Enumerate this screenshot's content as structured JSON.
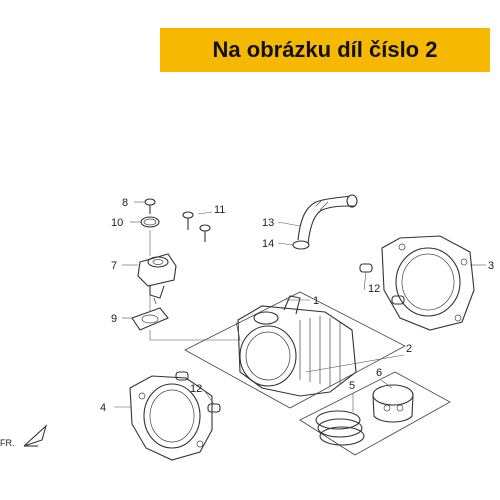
{
  "banner": {
    "text": "Na obrázku díl číslo 2",
    "color": "#f6b800"
  },
  "labels": {
    "p1": "1",
    "p2": "2",
    "p3": "3",
    "p4": "4",
    "p5": "5",
    "p6": "6",
    "p7": "7",
    "p8": "8",
    "p9": "9",
    "p10": "10",
    "p11": "11",
    "p12a": "12",
    "p12b": "12",
    "p13": "13",
    "p14": "14"
  },
  "direction": {
    "text": "FR."
  }
}
